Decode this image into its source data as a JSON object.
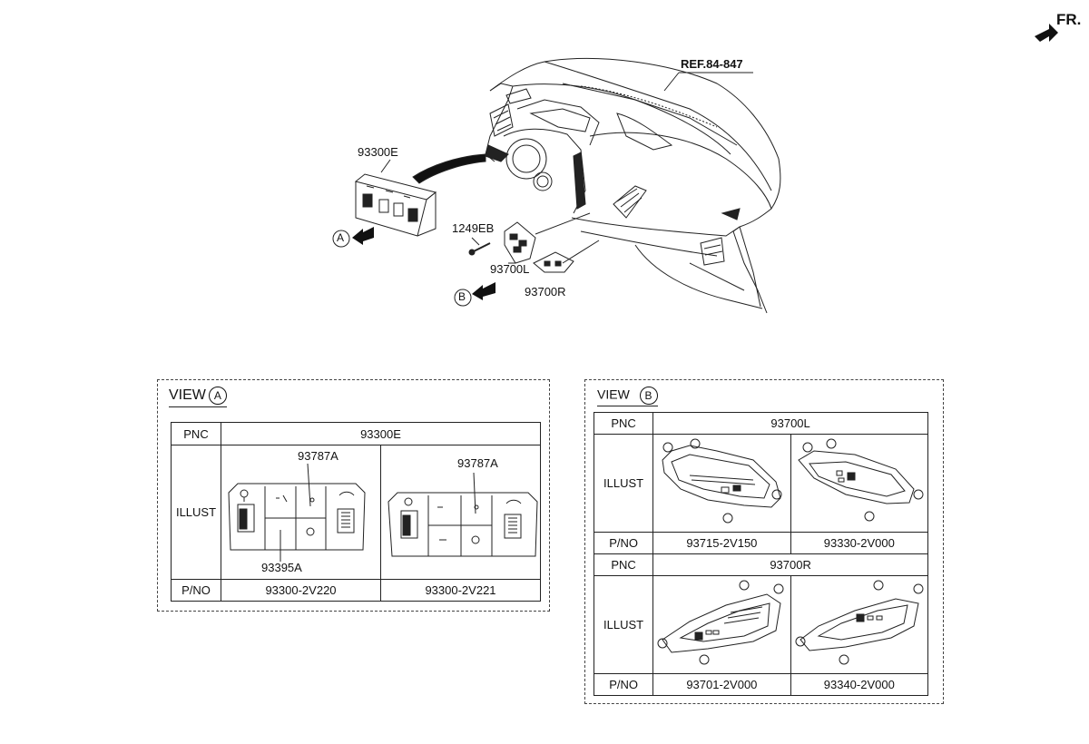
{
  "header": {
    "direction_label": "FR."
  },
  "main_diagram": {
    "ref_label": "REF.84-847",
    "callouts": {
      "part_93300E": "93300E",
      "part_1249EB": "1249EB",
      "part_93700L": "93700L",
      "part_93700R": "93700R",
      "view_a_marker": "A",
      "view_b_marker": "B"
    }
  },
  "view_a": {
    "title": "VIEW",
    "marker": "A",
    "pnc_header": "PNC",
    "pnc_value": "93300E",
    "illust_header": "ILLUST",
    "pno_header": "P/NO",
    "callouts": {
      "left_top": "93787A",
      "left_bottom": "93395A",
      "right_top": "93787A"
    },
    "part_numbers": [
      "93300-2V220",
      "93300-2V221"
    ]
  },
  "view_b": {
    "title": "VIEW",
    "marker": "B",
    "pnc_header": "PNC",
    "illust_header": "ILLUST",
    "pno_header": "P/NO",
    "groups": [
      {
        "pnc_value": "93700L",
        "part_numbers": [
          "93715-2V150",
          "93330-2V000"
        ]
      },
      {
        "pnc_value": "93700R",
        "part_numbers": [
          "93701-2V000",
          "93340-2V000"
        ]
      }
    ]
  }
}
